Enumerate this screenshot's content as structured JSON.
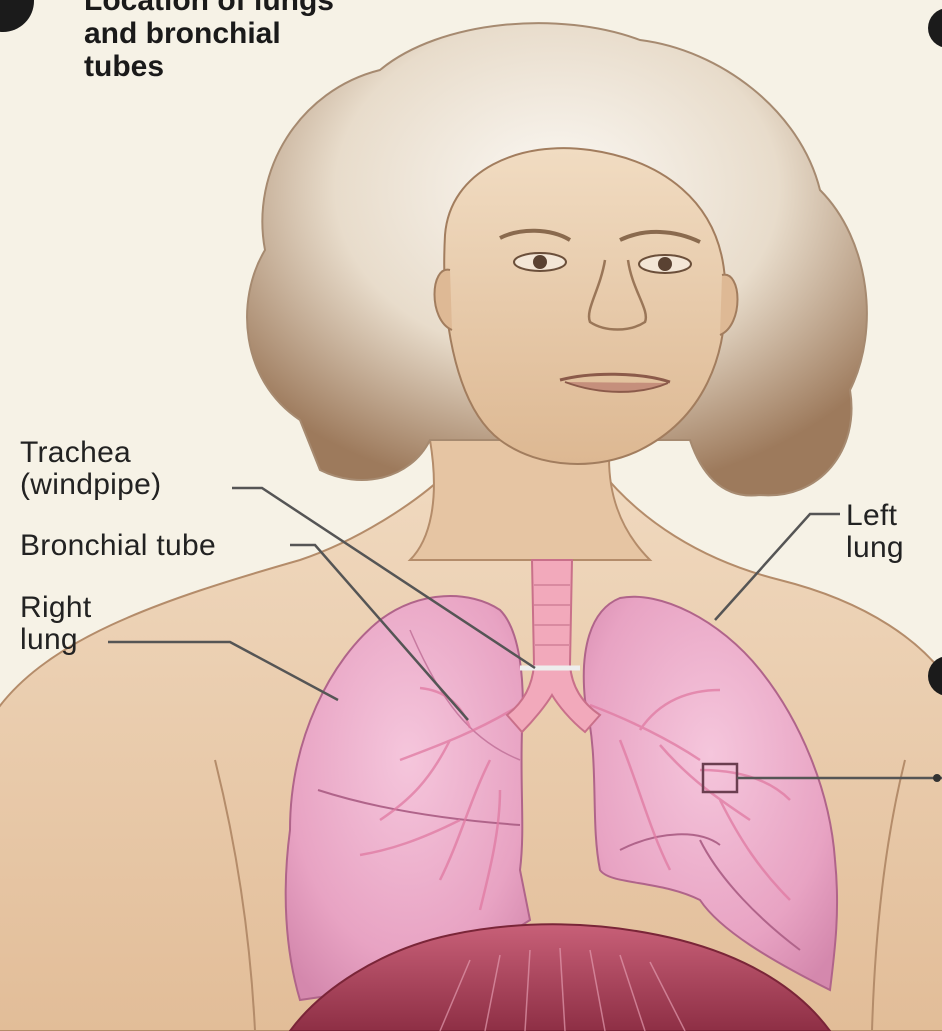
{
  "title": "Location of lungs\nand bronchial\ntubes",
  "labels": {
    "trachea": "Trachea\n(windpipe)",
    "bronchial_tube": "Bronchial tube",
    "right_lung": "Right\nlung",
    "left_lung": "Left\nlung"
  },
  "colors": {
    "background": "#f6f2e6",
    "skin": "#e8c8a6",
    "hair": "#c9b39a",
    "lung": "#e9a9c6",
    "lung_dark": "#c77aa0",
    "diaphragm": "#b94c62",
    "leader_line": "#555555"
  }
}
